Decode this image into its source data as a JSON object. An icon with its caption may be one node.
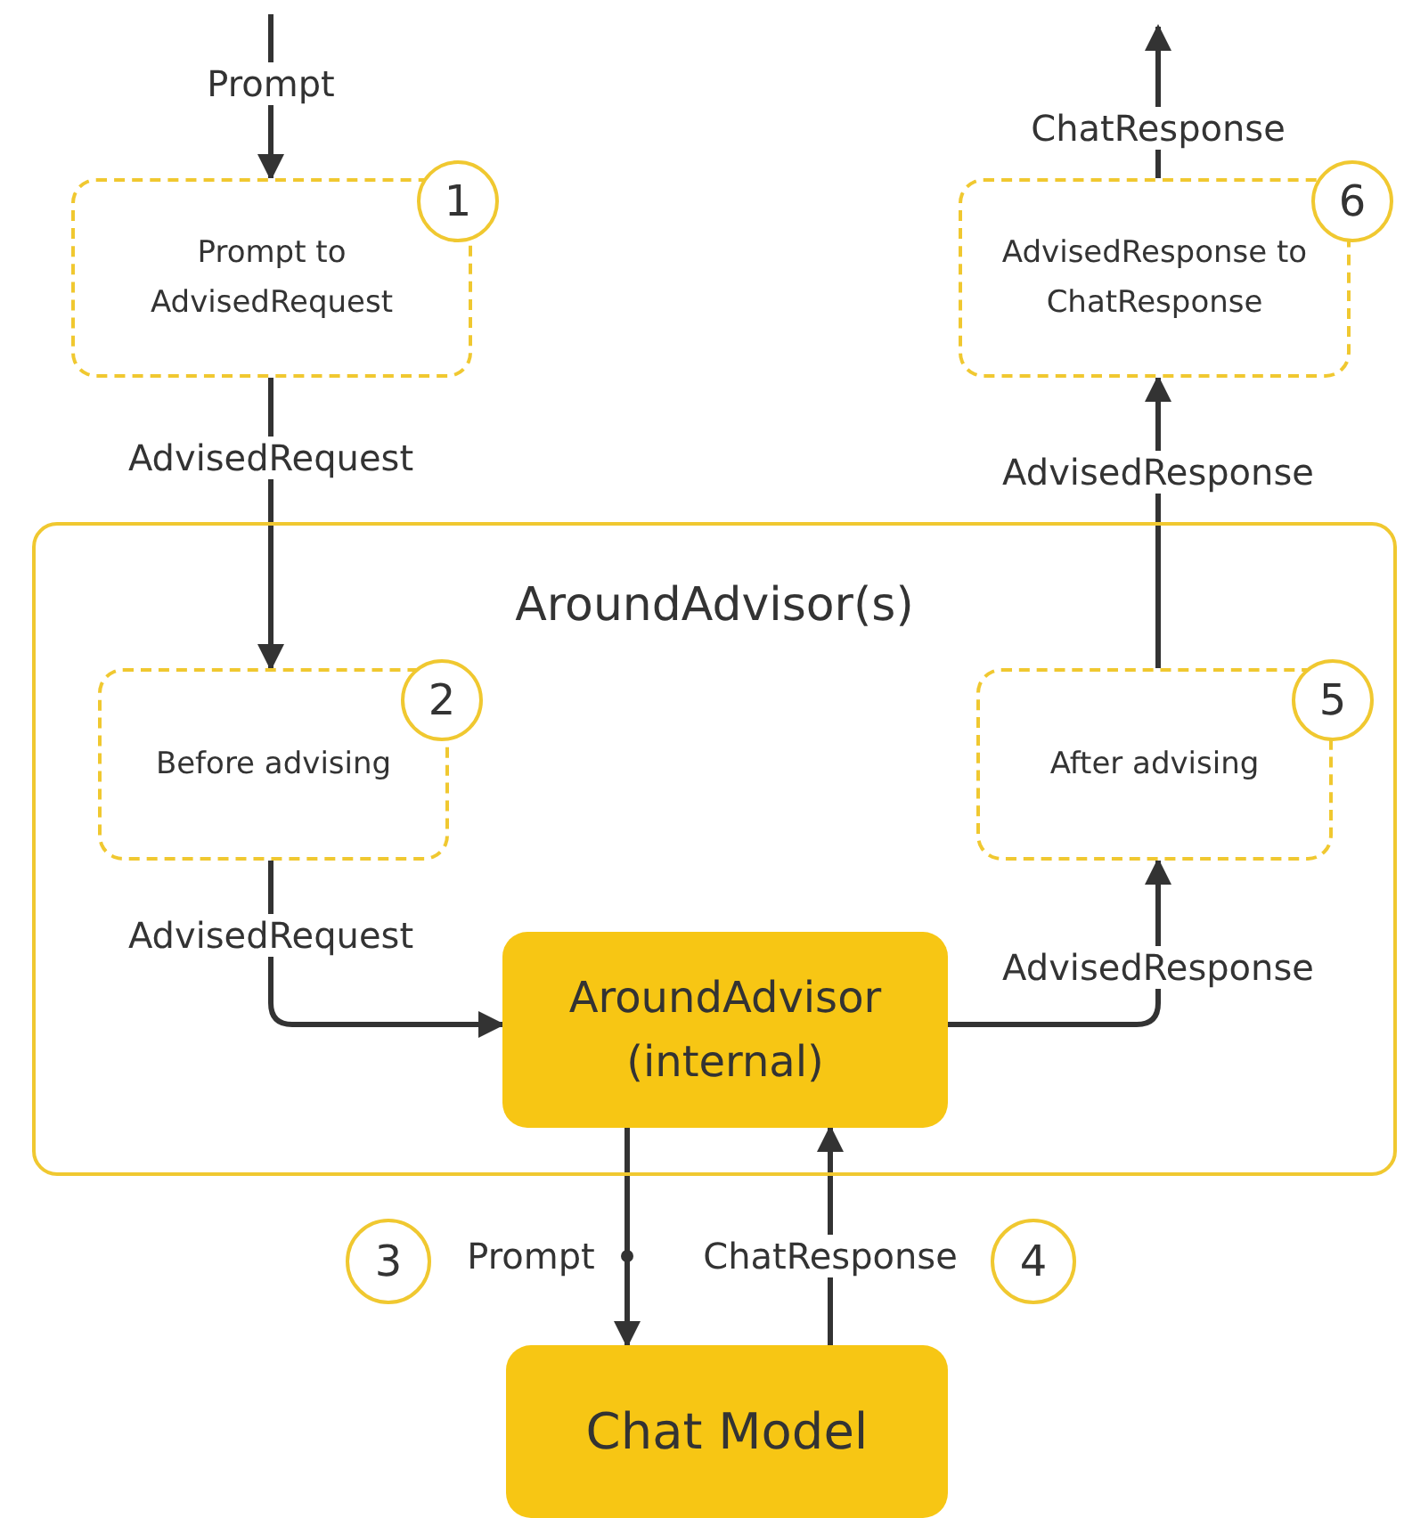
{
  "diagram": {
    "nodes": [
      {
        "text": [
          "Prompt to AdvisedRequest"
        ]
      },
      {
        "text": [
          "1"
        ]
      },
      {
        "text": [
          "AdvisedResponse to ChatResponse"
        ]
      },
      {
        "text": [
          "6"
        ]
      },
      {
        "text": [
          "AroundAdvisor(s)"
        ]
      },
      {
        "text": [
          "Before advising"
        ],
        "in": 4
      },
      {
        "text": [
          "2"
        ],
        "in": 4
      },
      {
        "text": [
          "After advising"
        ],
        "in": 4
      },
      {
        "text": [
          "5"
        ],
        "in": 4
      },
      {
        "text": [
          "AroundAdvisor (internal)"
        ],
        "in": 4
      },
      {
        "text": [
          "3"
        ]
      },
      {
        "text": [
          "4"
        ]
      },
      {
        "text": [
          "Chat Model"
        ]
      }
    ],
    "edges": [
      {
        "from": null,
        "to": 0,
        "arrow": "to",
        "label": "Prompt"
      },
      {
        "from": 0,
        "to": 5,
        "arrow": "to",
        "label": "AdvisedRequest"
      },
      {
        "from": 5,
        "to": 9,
        "arrow": "to",
        "label": "AdvisedRequest"
      },
      {
        "from": 9,
        "to": 7,
        "arrow": "to",
        "label": "AdvisedResponse"
      },
      {
        "from": 7,
        "to": 2,
        "arrow": "to",
        "label": "AdvisedResponse"
      },
      {
        "from": 2,
        "to": null,
        "arrow": "to",
        "label": "ChatResponse"
      },
      {
        "from": 9,
        "to": 12,
        "arrow": "to",
        "label": "Prompt"
      },
      {
        "from": 12,
        "to": 9,
        "arrow": "to",
        "label": "ChatResponse"
      }
    ]
  }
}
